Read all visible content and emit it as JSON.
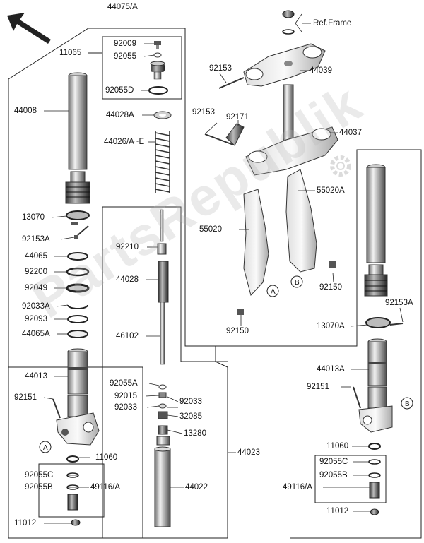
{
  "watermark": "PartsRepublik",
  "ref_frame": "Ref.Frame",
  "callouts": {
    "a": "A",
    "b": "B"
  },
  "labels": {
    "p44075A": "44075/A",
    "p11065": "11065",
    "p92009": "92009",
    "p92055": "92055",
    "p92055D": "92055D",
    "p44008": "44008",
    "p44028A": "44028A",
    "p44026AE": "44026/A~E",
    "p13070": "13070",
    "p92153A_left": "92153A",
    "p44065": "44065",
    "p92200": "92200",
    "p92049": "92049",
    "p92033A": "92033A",
    "p92093": "92093",
    "p44065A": "44065A",
    "p44013": "44013",
    "p92151_left": "92151",
    "p11060_left": "11060",
    "p92055C_left": "92055C",
    "p92055B_left": "92055B",
    "p49116A_left": "49116/A",
    "p11012_left": "11012",
    "p92210": "92210",
    "p44028": "44028",
    "p46102": "46102",
    "p92055A": "92055A",
    "p92015": "92015",
    "p92033_a": "92033",
    "p92033_b": "92033",
    "p32085": "32085",
    "p13280": "13280",
    "p44023": "44023",
    "p44022": "44022",
    "p92153_top": "92153",
    "p44039": "44039",
    "p92153_mid": "92153",
    "p92171": "92171",
    "p44037": "44037",
    "p55020A": "55020A",
    "p55020": "55020",
    "p92150_right": "92150",
    "p92150_left": "92150",
    "p92153A_right": "92153A",
    "p13070A": "13070A",
    "p44013A": "44013A",
    "p92151_right": "92151",
    "p11060_right": "11060",
    "p92055C_right": "92055C",
    "p92055B_right": "92055B",
    "p49116A_right": "49116/A",
    "p11012_right": "11012"
  }
}
